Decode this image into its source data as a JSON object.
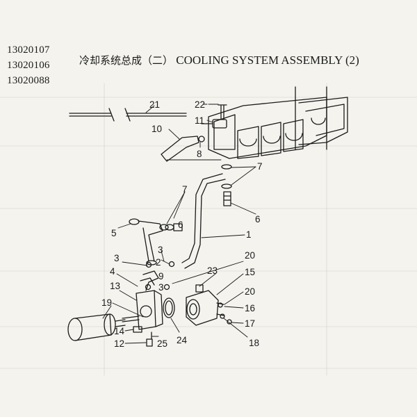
{
  "header": {
    "part_numbers": [
      "13020107",
      "13020106",
      "13020088"
    ],
    "title_cn": "冷却系统总成（二）",
    "title_en": "COOLING SYSTEM ASSEMBLY (2)"
  },
  "callouts": {
    "c1": "1",
    "c2": "2",
    "c3a": "3",
    "c3b": "3",
    "c3c": "3",
    "c4": "4",
    "c5": "5",
    "c6a": "6",
    "c6b": "6",
    "c7a": "7",
    "c7b": "7",
    "c8": "8",
    "c9": "9",
    "c10": "10",
    "c11": "11",
    "c12": "12",
    "c13": "13",
    "c14": "14",
    "c15": "15",
    "c16": "16",
    "c17": "17",
    "c18": "18",
    "c19": "19",
    "c20a": "20",
    "c20b": "20",
    "c21": "21",
    "c22": "22",
    "c23": "23",
    "c24": "24",
    "c25": "25"
  }
}
